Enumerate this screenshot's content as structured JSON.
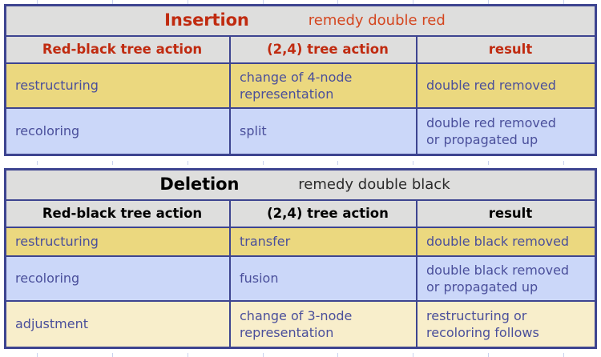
{
  "colors": {
    "border": "#3d4490",
    "header_bg": "#dededd",
    "row_yellow": "#ebd87f",
    "row_blue": "#cbd7f9",
    "row_cream": "#f8eecb",
    "red_text": "#c02b10",
    "body_text": "#4a4f9b",
    "black_text": "#000000"
  },
  "insertion": {
    "title": "Insertion",
    "subtitle": "remedy double red",
    "columns": [
      "Red-black tree action",
      "(2,4) tree action",
      "result"
    ],
    "rows": [
      {
        "action": "restructuring",
        "tree_action_line1": "change of 4-node",
        "tree_action_line2": "representation",
        "result_line1": "double red removed",
        "result_line2": ""
      },
      {
        "action": "recoloring",
        "tree_action_line1": "split",
        "tree_action_line2": "",
        "result_line1": "double red removed",
        "result_line2": "or propagated up"
      }
    ]
  },
  "deletion": {
    "title": "Deletion",
    "subtitle": "remedy double black",
    "columns": [
      "Red-black tree action",
      "(2,4) tree action",
      "result"
    ],
    "rows": [
      {
        "action": "restructuring",
        "tree_action_line1": "transfer",
        "tree_action_line2": "",
        "result_line1": "double black removed",
        "result_line2": ""
      },
      {
        "action": "recoloring",
        "tree_action_line1": "fusion",
        "tree_action_line2": "",
        "result_line1": "double black removed",
        "result_line2": "or propagated up"
      },
      {
        "action": "adjustment",
        "tree_action_line1": "change of 3-node",
        "tree_action_line2": "representation",
        "result_line1": "restructuring or",
        "result_line2": "recoloring follows"
      }
    ]
  }
}
